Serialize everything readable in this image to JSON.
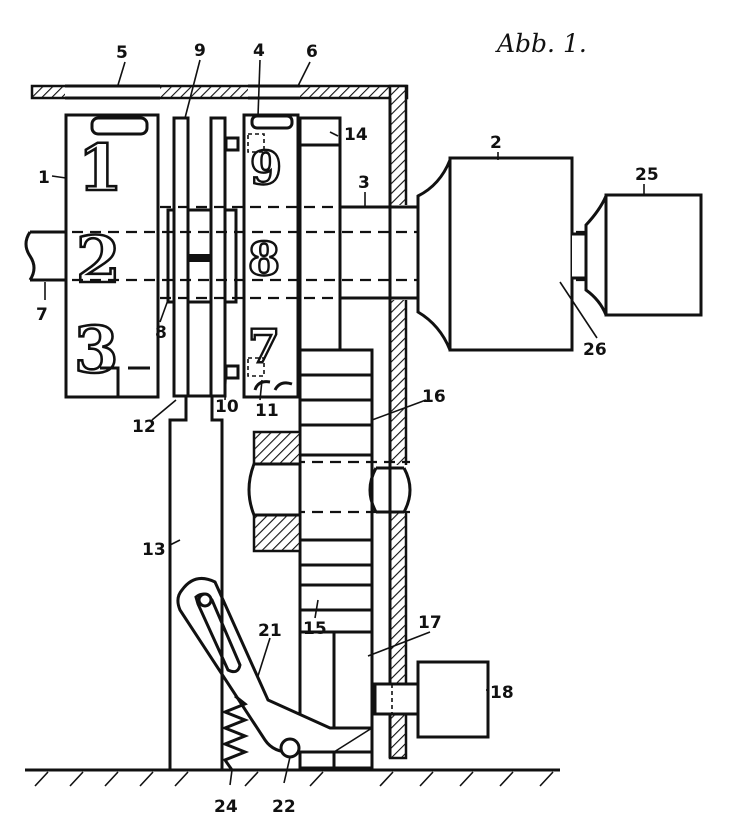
{
  "figure": {
    "caption": "Abb. 1.",
    "reference_numerals": {
      "n1": "1",
      "n2": "2",
      "n3": "3",
      "n4": "4",
      "n5": "5",
      "n6": "6",
      "n7": "7",
      "n8": "8",
      "n9": "9",
      "n10": "10",
      "n11": "11",
      "n12": "12",
      "n13": "13",
      "n14": "14",
      "n15": "15",
      "n16": "16",
      "n17": "17",
      "n18": "18",
      "n21": "21",
      "n22": "22",
      "n24": "24",
      "n25": "25",
      "n26": "26"
    },
    "wheel_left_digits": {
      "top": "1",
      "middle": "2",
      "bottom": "3"
    },
    "wheel_right_digits": {
      "top": "9",
      "middle": "8",
      "bottom": "7"
    }
  }
}
